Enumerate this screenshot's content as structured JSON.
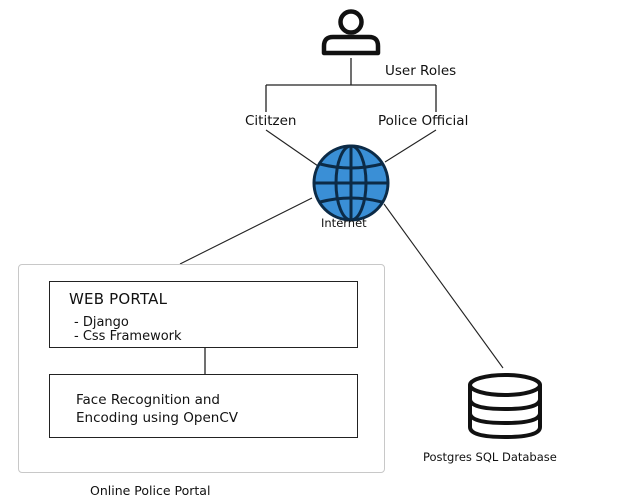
{
  "user_roles_label": "User Roles",
  "roles": [
    "Cititzen",
    "Police Official"
  ],
  "internet_label": "Internet",
  "portal": {
    "frame_label": "Online Police Portal",
    "web_portal": {
      "title": "WEB PORTAL",
      "items": [
        "- Django",
        "- Css Framework"
      ]
    },
    "face_module": {
      "line1": "Face Recognition and",
      "line2": "Encoding using OpenCV"
    }
  },
  "database_label": "Postgres SQL Database",
  "colors": {
    "globe_fill": "#3a8fd6",
    "globe_stroke": "#0c2b47",
    "lines": "#222222",
    "frame": "#c8c8c8"
  },
  "icons": [
    "user-icon",
    "globe-icon",
    "database-icon"
  ]
}
